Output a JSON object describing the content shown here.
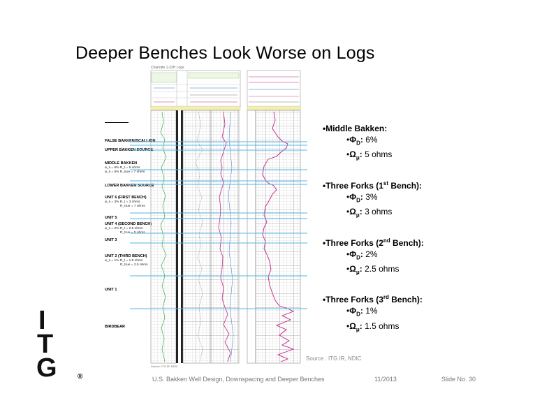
{
  "slide": {
    "title": "Deeper Benches Look Worse on Logs",
    "log_header": "Charlotte 1-22H Logs",
    "log_source_small": "Source: ITG IR, NDIC",
    "source": "Source : ITG IR, NDIC",
    "footer": {
      "left": "U.S. Bakken Well Design, Downspacing and Deeper Benches",
      "date": "11/2013",
      "slide_no": "Slide No. 30"
    },
    "logo": {
      "letters": [
        "I",
        "T",
        "G"
      ],
      "registered": "®"
    }
  },
  "formation_labels": [
    {
      "label": "FALSE BAKKEN/SCALLION"
    },
    {
      "label": "UPPER BAKKEN SOURCE"
    },
    {
      "label": "MIDDLE BAKKEN",
      "sub": [
        "ø_s = 6%   R_t = 5 ohms",
        "ø_s = 5%   R_true = 7 ohms"
      ]
    },
    {
      "label": "LOWER BAKKEN SOURCE"
    },
    {
      "label": "UNIT 6 (FIRST BENCH)",
      "sub": [
        "ø_s = 3%   R_t = 3 ohms",
        "R_true = 7 ohms"
      ]
    },
    {
      "label": "UNIT 5"
    },
    {
      "label": "UNIT 4 (SECOND BENCH)",
      "sub": [
        "ø_s = 2%   R_t = 2.5 ohms",
        "R_true = 5 ohms"
      ]
    },
    {
      "label": "UNIT 3"
    },
    {
      "label": "UNIT 2 (THIRD BENCH)",
      "sub": [
        "ø_s = 1%   R_t = 1.5 ohms",
        "R_true = 2.5 ohms"
      ]
    },
    {
      "label": "UNIT 1"
    },
    {
      "label": "BIRDBEAR"
    }
  ],
  "bullets": [
    {
      "head": "Middle Bakken:",
      "items": [
        {
          "sym": "Φ",
          "subscript": "D",
          "value": "6%"
        },
        {
          "sym": "Ω",
          "subscript": "μ",
          "value": "5 ohms"
        }
      ]
    },
    {
      "head_pre": "Three Forks (1",
      "head_sup": "st",
      "head_post": " Bench):",
      "items": [
        {
          "sym": "Φ",
          "subscript": "D",
          "value": "3%"
        },
        {
          "sym": "Ω",
          "subscript": "μ",
          "value": "3 ohms"
        }
      ]
    },
    {
      "head_pre": "Three Forks (2",
      "head_sup": "nd",
      "head_post": " Bench):",
      "items": [
        {
          "sym": "Φ",
          "subscript": "D",
          "value": "2%"
        },
        {
          "sym": "Ω",
          "subscript": "μ",
          "value": "2.5 ohms"
        }
      ]
    },
    {
      "head_pre": "Three Forks (3",
      "head_sup": "rd",
      "head_post": " Bench):",
      "items": [
        {
          "sym": "Φ",
          "subscript": "D",
          "value": "1%"
        },
        {
          "sym": "Ω",
          "subscript": "μ",
          "value": "1.5 ohms"
        }
      ]
    }
  ],
  "colors": {
    "log_curve": "#c0208a",
    "guide_line": "#55b6e6",
    "grid": "#9a9a9a"
  }
}
